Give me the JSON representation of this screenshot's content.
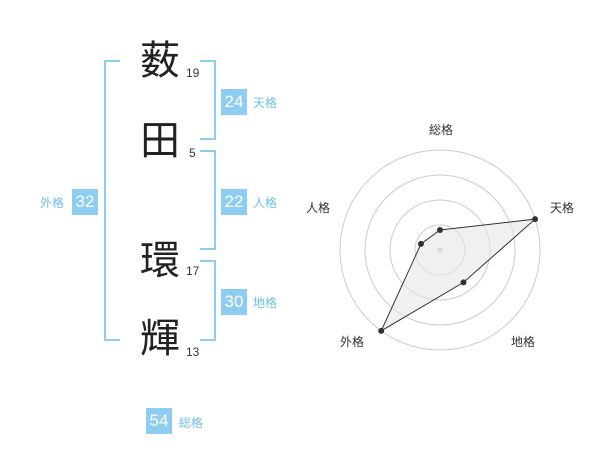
{
  "name": {
    "characters": [
      {
        "char": "薮",
        "strokes": "19"
      },
      {
        "char": "田",
        "strokes": "5"
      },
      {
        "char": "環",
        "strokes": "17"
      },
      {
        "char": "輝",
        "strokes": "13"
      }
    ]
  },
  "kaku": {
    "tenkaku": {
      "value": "24",
      "label": "天格"
    },
    "jinkaku": {
      "value": "22",
      "label": "人格"
    },
    "chikaku": {
      "value": "30",
      "label": "地格"
    },
    "gaikaku": {
      "value": "32",
      "label": "外格"
    },
    "soukaku": {
      "value": "54",
      "label": "総格"
    }
  },
  "colors": {
    "accent": "#8ecdf2",
    "label": "#6fbfe8",
    "radar_fill": "#e6e6e6",
    "radar_ring": "#cccccc"
  },
  "chart_data": {
    "type": "radar",
    "axes": [
      "総格",
      "天格",
      "地格",
      "外格",
      "人格"
    ],
    "values": [
      1,
      5,
      2,
      5,
      1
    ],
    "rlim": [
      0,
      5
    ],
    "rings": 4
  }
}
